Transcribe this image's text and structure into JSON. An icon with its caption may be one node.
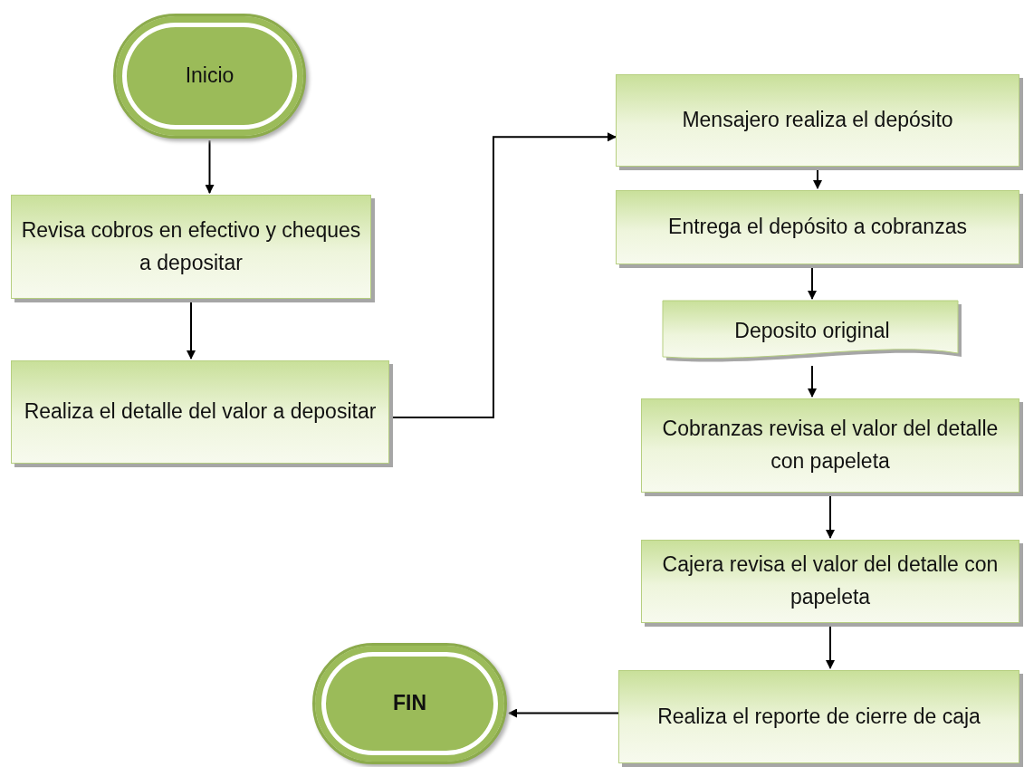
{
  "diagram": {
    "nodes": [
      {
        "text": [
          "Inicio"
        ]
      },
      {
        "text": [
          "Revisa cobros en efectivo y cheques a depositar"
        ]
      },
      {
        "text": [
          "Realiza el detalle del valor a depositar"
        ]
      },
      {
        "text": [
          "Mensajero realiza el depósito"
        ]
      },
      {
        "text": [
          "Entrega el depósito a cobranzas"
        ]
      },
      {
        "text": [
          "Deposito original"
        ]
      },
      {
        "text": [
          "Cobranzas revisa el valor del detalle con papeleta"
        ]
      },
      {
        "text": [
          "Cajera revisa el valor del detalle con papeleta"
        ]
      },
      {
        "text": [
          "Realiza el reporte de cierre de caja"
        ]
      },
      {
        "text": [
          "FIN"
        ]
      }
    ],
    "edges": [
      {
        "from": 0,
        "to": 1,
        "arrow": "to"
      },
      {
        "from": 1,
        "to": 2,
        "arrow": "to"
      },
      {
        "from": 2,
        "to": 3,
        "arrow": "to"
      },
      {
        "from": 3,
        "to": 4,
        "arrow": "to"
      },
      {
        "from": 4,
        "to": 5,
        "arrow": "to"
      },
      {
        "from": 5,
        "to": 6,
        "arrow": "to"
      },
      {
        "from": 6,
        "to": 7,
        "arrow": "to"
      },
      {
        "from": 7,
        "to": 8,
        "arrow": "to"
      },
      {
        "from": 8,
        "to": 9,
        "arrow": "to"
      }
    ]
  }
}
